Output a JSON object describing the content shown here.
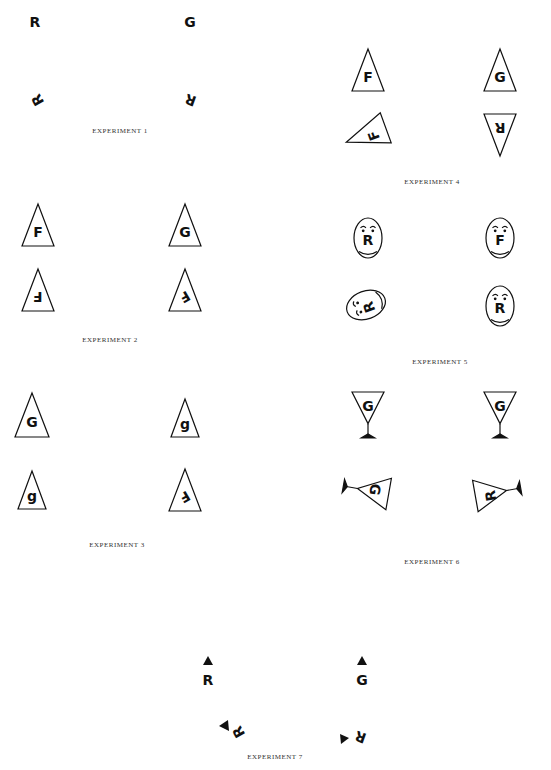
{
  "diagram": {
    "nodes": [
      {
        "text": [
          "F"
        ]
      },
      {
        "text": [
          "G"
        ]
      },
      {
        "text": [
          "F"
        ]
      },
      {
        "text": [
          "F"
        ]
      },
      {
        "text": [
          "G"
        ]
      },
      {
        "text": [
          "g"
        ]
      },
      {
        "text": [
          "g"
        ]
      },
      {
        "text": [
          "F"
        ]
      },
      {
        "text": [
          "F"
        ]
      },
      {
        "text": [
          "G"
        ]
      },
      {
        "text": [
          "F"
        ]
      },
      {
        "text": [
          "R"
        ]
      },
      {
        "text": [
          "R"
        ]
      },
      {
        "text": [
          "F"
        ]
      },
      {
        "text": [
          "R"
        ]
      },
      {
        "text": [
          "R"
        ]
      },
      {
        "text": [
          "G"
        ]
      },
      {
        "text": [
          "G"
        ]
      },
      {
        "text": [
          "G"
        ]
      },
      {
        "text": [
          "R"
        ]
      }
    ],
    "labels": [
      "R",
      "G",
      "R",
      "R",
      "EXPERIMENT 1",
      "EXPERIMENT 4",
      "EXPERIMENT 2",
      "EXPERIMENT 5",
      "EXPERIMENT 3",
      "EXPERIMENT 6",
      "R",
      "G",
      "R",
      "R",
      "EXPERIMENT 7"
    ]
  }
}
